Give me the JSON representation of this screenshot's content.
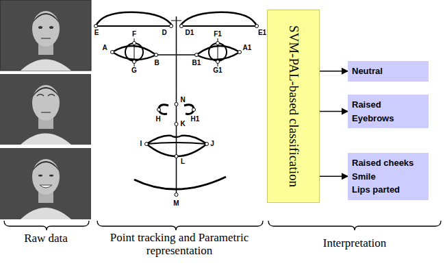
{
  "diagram": {
    "nodes": [
      {
        "text": [
          "SVM-PAL-based classification"
        ]
      },
      {
        "text": [
          "Neutral"
        ]
      },
      {
        "text": [
          "Raised Eyebrows"
        ]
      },
      {
        "text": [
          "Raised cheeks",
          "Smile",
          "Lips parted"
        ]
      }
    ],
    "edges": [
      {
        "from": 0,
        "to": 1,
        "arrow": "to"
      },
      {
        "from": 0,
        "to": 2,
        "arrow": "to"
      },
      {
        "from": 0,
        "to": 3,
        "arrow": "to"
      }
    ],
    "labels": [
      "E",
      "D",
      "D1",
      "E1",
      "A",
      "F",
      "G",
      "B",
      "B1",
      "F1",
      "G1",
      "A1",
      "N",
      "H",
      "H1",
      "K",
      "I",
      "J",
      "L",
      "M",
      "Raw data",
      "Point tracking and Parametric representation",
      "Interpretation"
    ]
  }
}
